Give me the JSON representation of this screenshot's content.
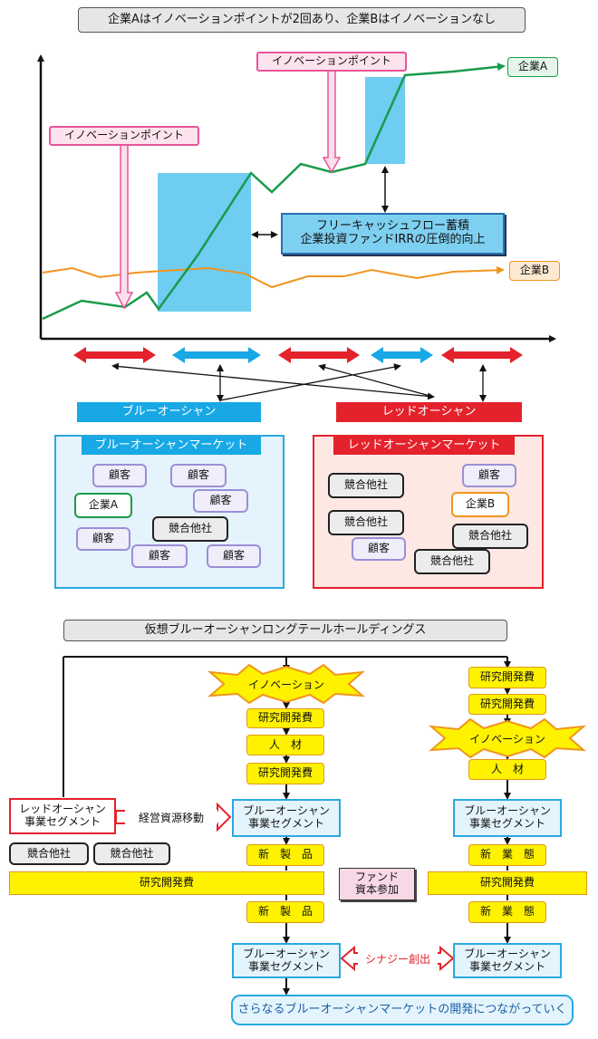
{
  "top_title": "企業Aはイノベーションポイントが2回あり、企業Bはイノベーションなし",
  "innovation_point_1": "イノベーションポイント",
  "innovation_point_2": "イノベーションポイント",
  "company_a_label": "企業A",
  "company_b_label": "企業B",
  "fcf_box": "フリーキャッシュフロー蓄積\n企業投資ファンドIRRの圧倒的向上",
  "blue_ocean": "ブルーオーシャン",
  "red_ocean": "レッドオーシャン",
  "blue_market": {
    "title": "ブルーオーシャンマーケット",
    "customers": [
      "顧客",
      "顧客",
      "顧客",
      "顧客",
      "顧客",
      "顧客"
    ],
    "company": "企業A",
    "competitor": "競合他社"
  },
  "red_market": {
    "title": "レッドオーシャンマーケット",
    "competitors": [
      "競合他社",
      "競合他社",
      "競合他社",
      "競合他社"
    ],
    "customers": [
      "顧客",
      "顧客"
    ],
    "company": "企業B"
  },
  "bottom_title": "仮想ブルーオーシャンロングテールホールディングス",
  "center_column": {
    "innovation": "イノベーション",
    "rd1": "研究開発費",
    "people": "人　材",
    "rd2": "研究開発費",
    "segment1": "ブルーオーシャン\n事業セグメント",
    "new_product1": "新　製　品",
    "new_product2": "新　製　品",
    "segment2": "ブルーオーシャン\n事業セグメント"
  },
  "right_column": {
    "rd1": "研究開発費",
    "rd2": "研究開発費",
    "innovation": "イノベーション",
    "people": "人　材",
    "segment1": "ブルーオーシャン\n事業セグメント",
    "new_biz1": "新　業　態",
    "rd_wide": "研究開発費",
    "new_biz2": "新　業　態",
    "segment2": "ブルーオーシャン\n事業セグメント"
  },
  "left_column": {
    "red_segment": "レッドオーシャン\n事業セグメント",
    "resource_move": "経営資源移動",
    "competitor1": "競合他社",
    "competitor2": "競合他社",
    "rd_wide": "研究開発費"
  },
  "fund": "ファンド\n資本参加",
  "synergy": "シナジー創出",
  "final_text": "さらなるブルーオーシャンマーケットの開発につながっていく",
  "colors": {
    "blue": "#18a8e5",
    "red": "#e4222c",
    "green": "#1a9b4b",
    "orange": "#f0951f",
    "yellow": "#fef200",
    "pink": "#e8559a"
  }
}
